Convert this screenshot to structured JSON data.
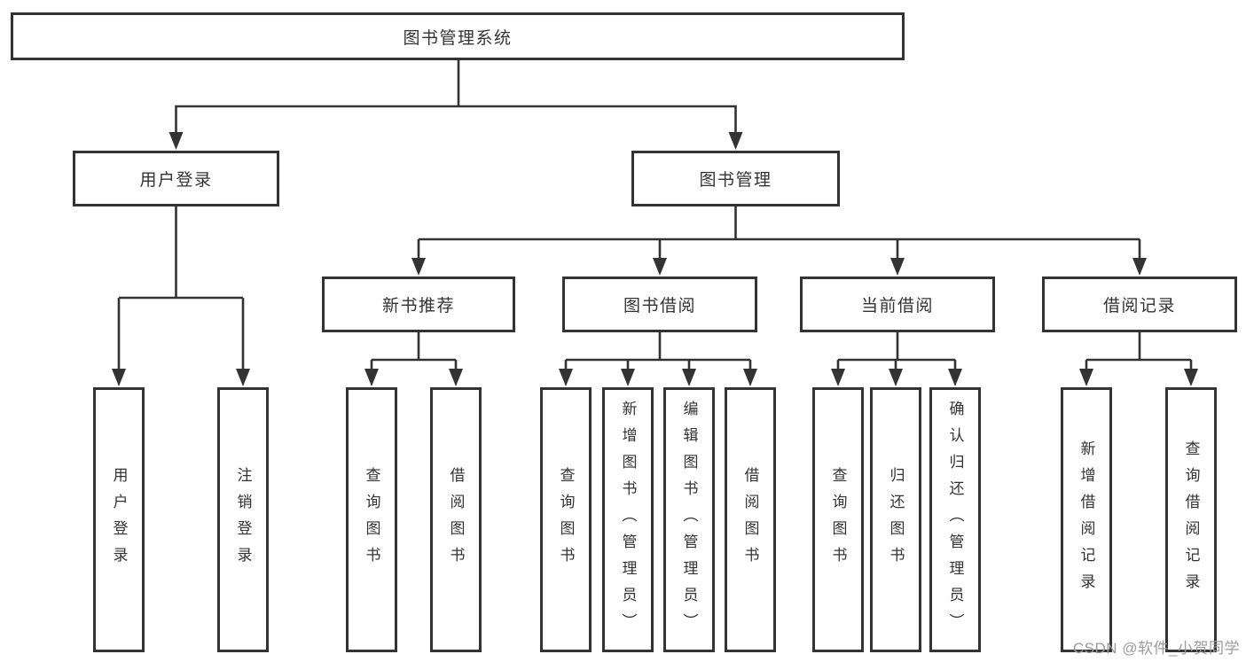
{
  "diagram": {
    "title_node": "图书管理系统",
    "root": {
      "label": "图书管理系统"
    },
    "level2": [
      {
        "id": "user-login",
        "label": "用户登录"
      },
      {
        "id": "book-management",
        "label": "图书管理"
      }
    ],
    "level3": [
      {
        "id": "new-book-recommend",
        "label": "新书推荐",
        "parent": "图书管理"
      },
      {
        "id": "book-borrow",
        "label": "图书借阅",
        "parent": "图书管理"
      },
      {
        "id": "current-borrow",
        "label": "当前借阅",
        "parent": "图书管理"
      },
      {
        "id": "borrow-records",
        "label": "借阅记录",
        "parent": "图书管理"
      }
    ],
    "leaves": [
      {
        "group": "用户登录",
        "label": "用户登录"
      },
      {
        "group": "用户登录",
        "label": "注销登录"
      },
      {
        "group": "新书推荐",
        "label": "查询图书"
      },
      {
        "group": "新书推荐",
        "label": "借阅图书"
      },
      {
        "group": "图书借阅",
        "label": "查询图书"
      },
      {
        "group": "图书借阅",
        "label": "新增图书（管理员）"
      },
      {
        "group": "图书借阅",
        "label": "编辑图书（管理员）"
      },
      {
        "group": "图书借阅",
        "label": "借阅图书"
      },
      {
        "group": "当前借阅",
        "label": "查询图书"
      },
      {
        "group": "当前借阅",
        "label": "归还图书"
      },
      {
        "group": "当前借阅",
        "label": "确认归还（管理员）"
      },
      {
        "group": "借阅记录",
        "label": "新增借阅记录"
      },
      {
        "group": "借阅记录",
        "label": "查询借阅记录"
      }
    ]
  },
  "watermark": {
    "text": "CSDN @软件_小贺同学",
    "color": "#9b9b9b"
  },
  "colors": {
    "line": "#333333",
    "border": "#333333",
    "text": "#333333",
    "background": "#ffffff"
  }
}
